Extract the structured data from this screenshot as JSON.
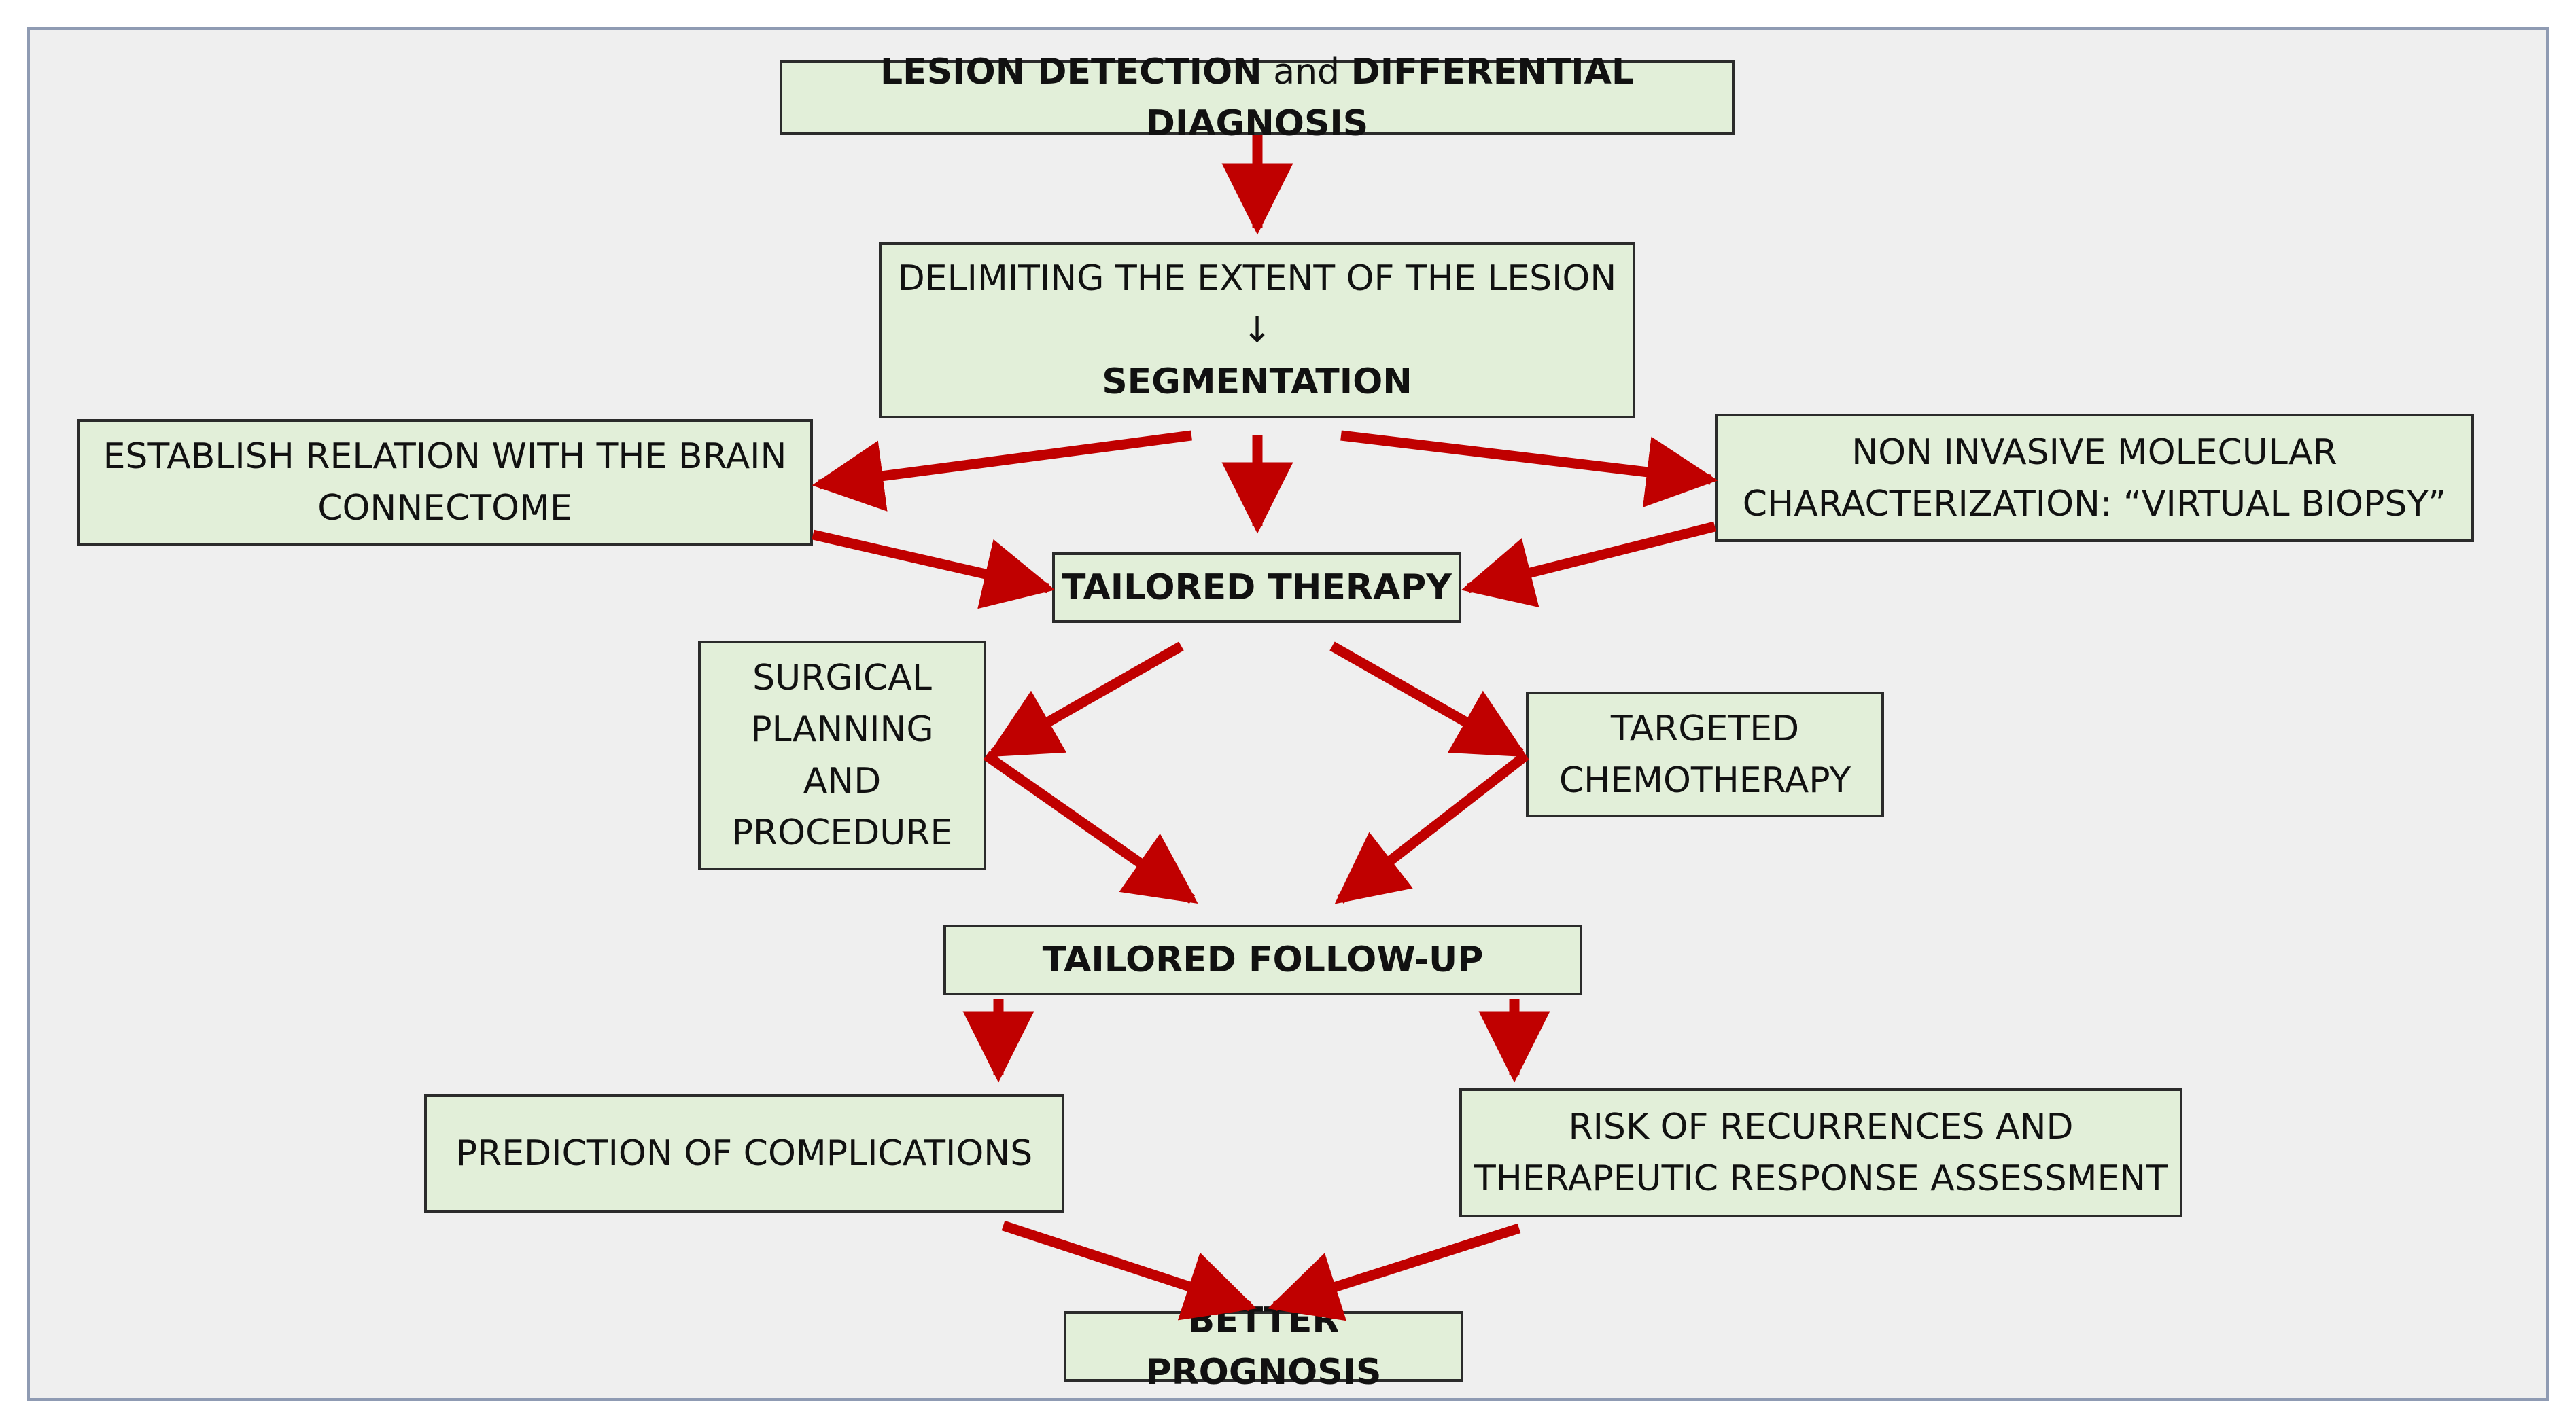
{
  "nodes": {
    "lesion": {
      "bold_part1": "LESION DETECTION",
      "regular_part": " and ",
      "bold_part2": "DIFFERENTIAL DIAGNOSIS"
    },
    "delimiting": {
      "line1": "DELIMITING THE EXTENT OF THE LESION",
      "arrow": "↓",
      "line2": "SEGMENTATION"
    },
    "connectome": {
      "line1": "ESTABLISH RELATION WITH THE BRAIN",
      "line2": "CONNECTOME"
    },
    "molecular": {
      "line1": "NON INVASIVE MOLECULAR",
      "line2": "CHARACTERIZATION: “VIRTUAL BIOPSY”"
    },
    "therapy": {
      "label": "TAILORED THERAPY"
    },
    "surgical": {
      "line1": "SURGICAL",
      "line2": "PLANNING",
      "line3": "AND",
      "line4": "PROCEDURE"
    },
    "chemo": {
      "line1": "TARGETED",
      "line2": "CHEMOTHERAPY"
    },
    "followup": {
      "label": "TAILORED FOLLOW-UP"
    },
    "complications": {
      "label": "PREDICTION OF COMPLICATIONS"
    },
    "recurrence": {
      "line1": "RISK OF RECURRENCES AND",
      "line2": "THERAPEUTIC RESPONSE ASSESSMENT"
    },
    "prognosis": {
      "label": "BETTER PROGNOSIS"
    }
  },
  "colors": {
    "arrow": "#c00000",
    "box_fill": "#e2efd9",
    "box_border": "#2b2b2b",
    "background": "#efefef",
    "frame_border": "#8f9bb3"
  }
}
